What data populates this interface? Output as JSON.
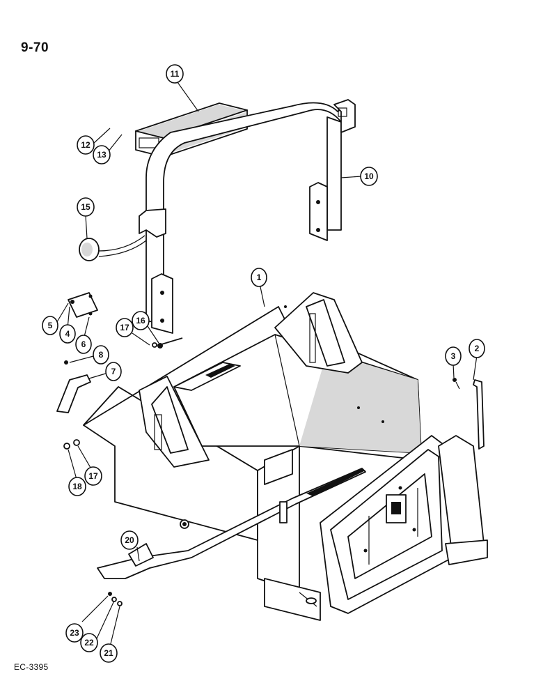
{
  "page_number": "9-70",
  "figure_code": "EC-3395",
  "callouts": [
    {
      "label": "1"
    },
    {
      "label": "2"
    },
    {
      "label": "3"
    },
    {
      "label": "4"
    },
    {
      "label": "5"
    },
    {
      "label": "6"
    },
    {
      "label": "7"
    },
    {
      "label": "8"
    },
    {
      "label": "10"
    },
    {
      "label": "11"
    },
    {
      "label": "12"
    },
    {
      "label": "13"
    },
    {
      "label": "15"
    },
    {
      "label": "16"
    },
    {
      "label": "17"
    },
    {
      "label": "17"
    },
    {
      "label": "18"
    },
    {
      "label": "20"
    },
    {
      "label": "21"
    },
    {
      "label": "22"
    },
    {
      "label": "23"
    }
  ]
}
